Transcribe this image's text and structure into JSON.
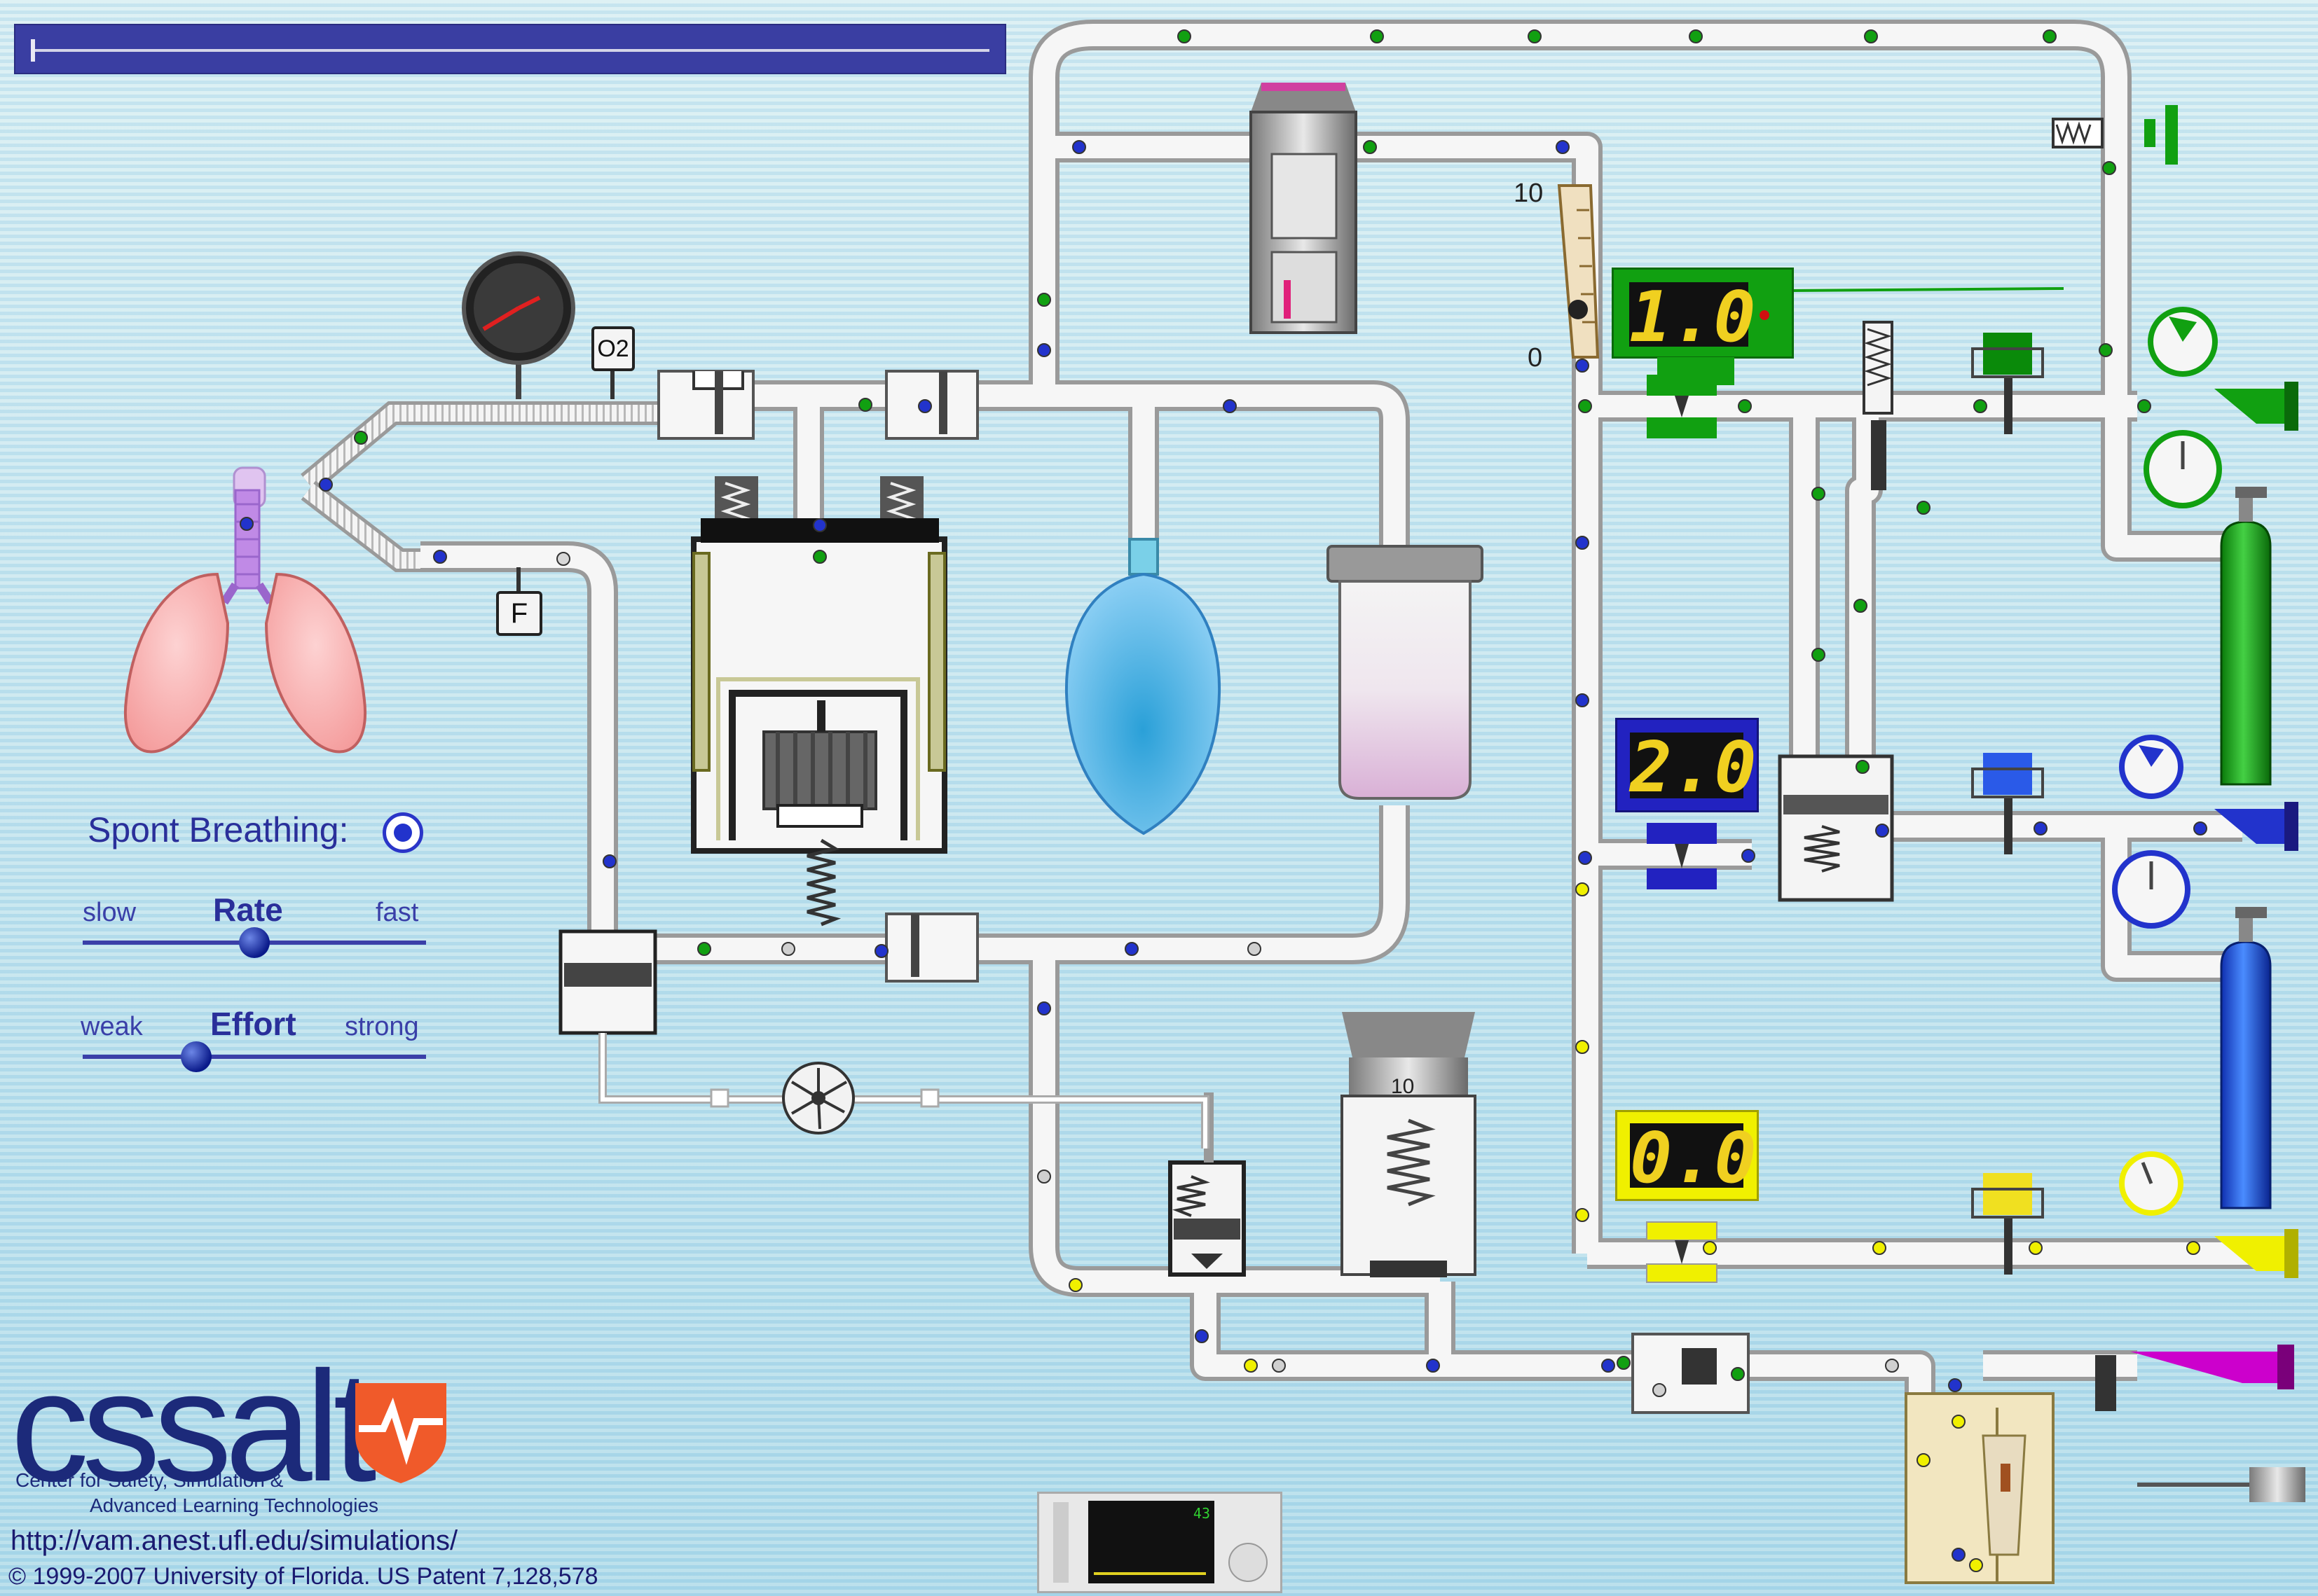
{
  "progress": {
    "value": 0.0
  },
  "controls": {
    "spont_label": "Spont Breathing:",
    "spont_checked": true,
    "rate": {
      "label": "Rate",
      "min_label": "slow",
      "max_label": "fast",
      "value": 0.5
    },
    "effort": {
      "label": "Effort",
      "min_label": "weak",
      "max_label": "strong",
      "value": 0.33
    }
  },
  "brand": {
    "logo": "cssalt",
    "line1": "Center for Safety, Simulation &",
    "line2": "Advanced Learning Technologies",
    "url": "http://vam.anest.ufl.edu/simulations/",
    "copyright": "© 1999-2007 University of Florida.  US Patent 7,128,578"
  },
  "flowmeters": {
    "o2": {
      "reading": "1.0",
      "color": "#11a011"
    },
    "n2o": {
      "reading": "2.0",
      "color": "#2222c0"
    },
    "air": {
      "reading": "0.0",
      "color": "#f0f000"
    }
  },
  "labels": {
    "o2_sensor": "O2",
    "flow_sensor": "F",
    "scale_top": "10",
    "scale_bottom": "0",
    "apl_scale": "10"
  },
  "monitor": {
    "value": "43"
  },
  "colors": {
    "o2": "#11a011",
    "n2o": "#2233cc",
    "air": "#f0f000",
    "agent": "#cc00cc",
    "pipe_fill": "#f4f4f4",
    "pipe_edge": "#a8a8a8"
  },
  "icons": [
    "pressure-gauge-icon",
    "o2-sensor-icon",
    "flow-sensor-icon",
    "lungs-icon",
    "bellows-icon",
    "breathing-bag-icon",
    "co2-absorber-icon",
    "vaporizer-icon",
    "apl-valve-icon",
    "turbine-icon",
    "gas-cylinder-icon",
    "monitor-icon"
  ]
}
